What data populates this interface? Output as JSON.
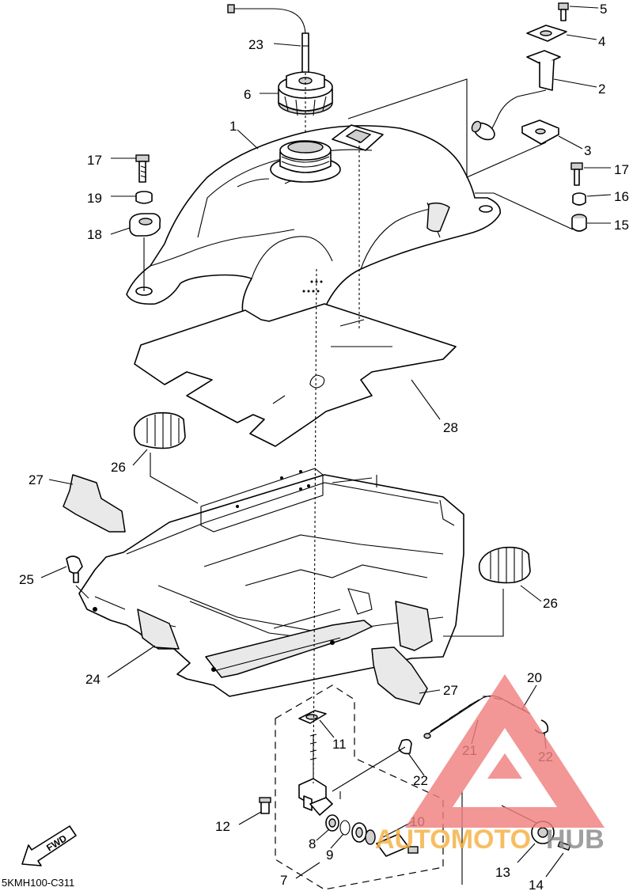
{
  "diagram": {
    "callouts": [
      "1",
      "2",
      "3",
      "4",
      "5",
      "6",
      "7",
      "8",
      "9",
      "10",
      "11",
      "12",
      "13",
      "14",
      "15",
      "16",
      "17",
      "17",
      "18",
      "19",
      "20",
      "21",
      "22",
      "22",
      "23",
      "24",
      "25",
      "26",
      "26",
      "27",
      "27",
      "28"
    ],
    "fwd_label": "FWD",
    "drawing_code": "5KMH100-C311"
  },
  "watermark": {
    "text_part1": "AUTOMOTO",
    "text_part2": "HUB",
    "colors": {
      "triangle": "#f08080",
      "text_part1": "#f5b041",
      "text_part2": "#8a8a8a"
    }
  }
}
